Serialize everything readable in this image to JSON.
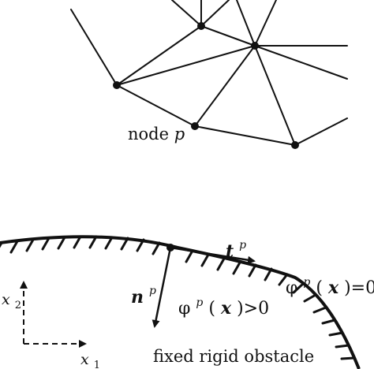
{
  "mesh": {
    "node_label_prefix": "node",
    "node_label_var": "p"
  },
  "contact": {
    "tangent_vec": "t",
    "tangent_sup": "p",
    "normal_vec": "n",
    "normal_sup": "p",
    "phi_zero_phi": "φ",
    "phi_zero_sup": "p",
    "phi_zero_open": "(",
    "phi_zero_x": "x",
    "phi_zero_tail": ")=0",
    "phi_pos_phi": "φ",
    "phi_pos_sup": "p",
    "phi_pos_open": "(",
    "phi_pos_x": "x",
    "phi_pos_tail": ")>0",
    "obstacle_label": "fixed rigid obstacle"
  },
  "axes": {
    "x1_base": "x",
    "x1_sub": "1",
    "x2_base": "x",
    "x2_sub": "2"
  }
}
